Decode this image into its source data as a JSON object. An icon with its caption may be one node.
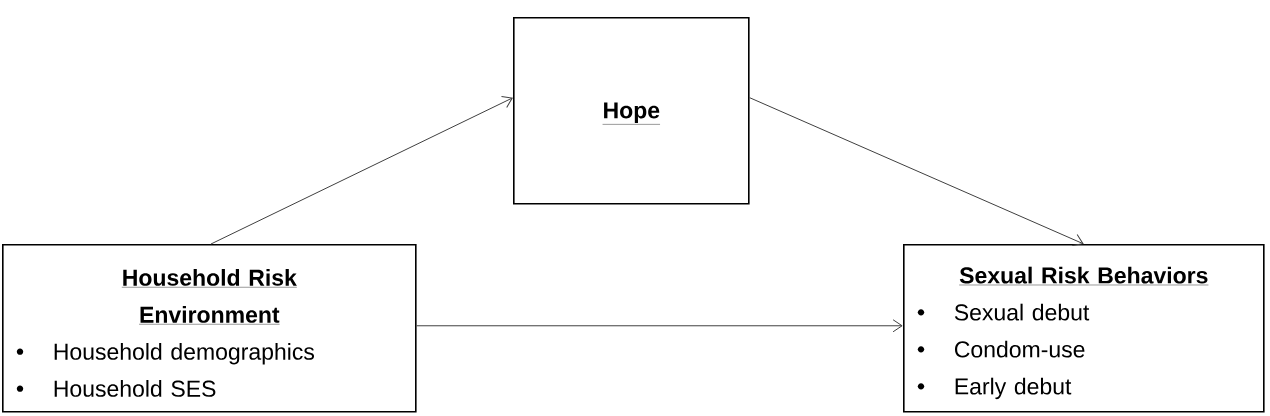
{
  "diagram": {
    "nodes": [
      {
        "text": [
          "Hope"
        ]
      },
      {
        "text": [
          "Household Risk Environment",
          "Household demographics",
          "Household SES"
        ]
      },
      {
        "text": [
          "Sexual Risk Behaviors",
          "Sexual debut",
          "Condom-use",
          "Early debut"
        ]
      }
    ],
    "edges": [
      {
        "from": 1,
        "to": 0,
        "arrow": "to"
      },
      {
        "from": 0,
        "to": 2,
        "arrow": "to"
      },
      {
        "from": 1,
        "to": 2,
        "arrow": "to"
      }
    ]
  }
}
